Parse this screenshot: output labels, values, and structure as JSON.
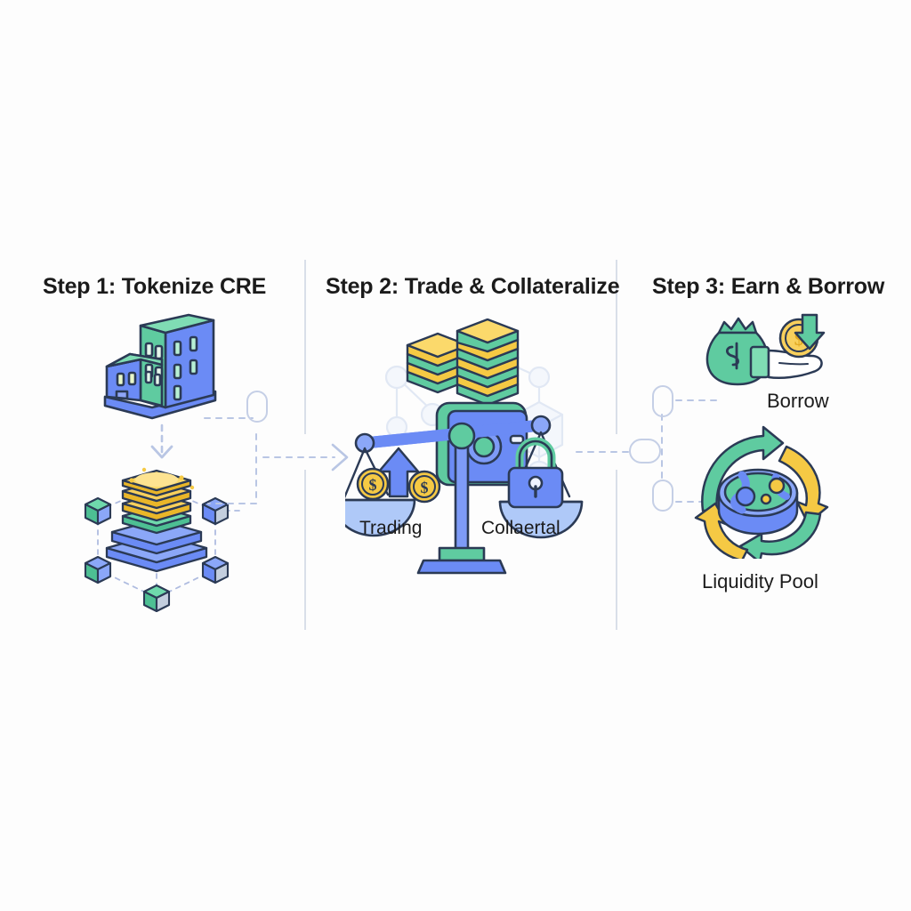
{
  "diagram": {
    "background_color": "#fdfdfd",
    "divider_color": "#d9dfe9",
    "palette": {
      "green": "#5FCBA0",
      "blue": "#6B8BF5",
      "light_blue": "#A8C2F8",
      "yellow": "#F5C944",
      "light_yellow": "#FBD96B",
      "outline": "#2B3A55",
      "faint": "#E4E9F2"
    }
  },
  "panels": [
    {
      "id": "step-1",
      "title": "Step 1: Tokenize CRE",
      "icons": [
        "office-building-icon",
        "token-stack-blockchain-icon"
      ]
    },
    {
      "id": "step-2",
      "title": "Step 2: Trade & Collateralize",
      "icons": [
        "coin-stacks-icon",
        "vault-icon",
        "balance-scale-icon",
        "padlock-icon",
        "dollar-coin-icon",
        "up-arrow-icon"
      ],
      "captions": [
        {
          "id": "trading",
          "label": "Trading"
        },
        {
          "id": "collateral",
          "label": "Collaertal"
        }
      ]
    },
    {
      "id": "step-3",
      "title": "Step 3: Earn & Borrow",
      "icons": [
        "money-bag-hand-icon",
        "liquidity-pool-cycle-icon"
      ],
      "captions": [
        {
          "id": "borrow",
          "label": "Borrow"
        },
        {
          "id": "liquidity",
          "label": "Liquidity Pool"
        }
      ]
    }
  ],
  "connectors": [
    {
      "id": "connector-1-to-2",
      "style": "dashed-with-arrow",
      "direction": "right"
    },
    {
      "id": "connector-2-to-3",
      "style": "dashed-with-arrow",
      "direction": "right"
    }
  ]
}
